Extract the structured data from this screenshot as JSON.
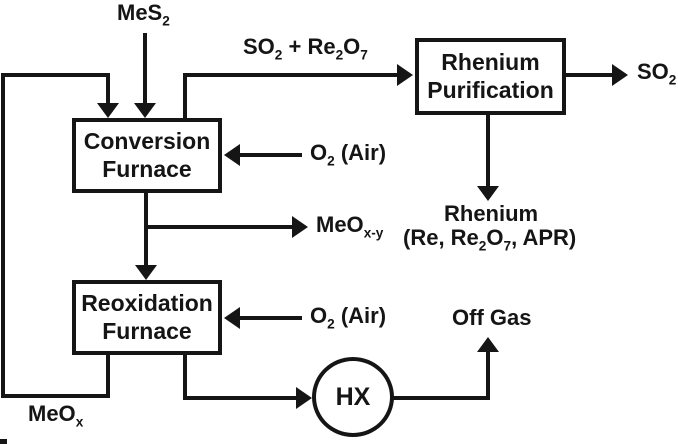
{
  "diagram": {
    "type": "process-flow",
    "nodes": {
      "conversion_furnace": {
        "line1": "Conversion",
        "line2": "Furnace"
      },
      "reoxidation_furnace": {
        "line1": "Reoxidation",
        "line2": "Furnace"
      },
      "rhenium_purification": {
        "line1": "Rhenium",
        "line2": "Purification"
      },
      "heat_exchanger": {
        "label": "HX"
      }
    },
    "labels": {
      "mes2": {
        "parts": [
          [
            "text",
            "MeS"
          ],
          [
            "sub",
            "2"
          ]
        ]
      },
      "so2_re2o7": {
        "parts": [
          [
            "text",
            "SO"
          ],
          [
            "sub",
            "2"
          ],
          [
            "text",
            " + Re"
          ],
          [
            "sub",
            "2"
          ],
          [
            "text",
            "O"
          ],
          [
            "sub",
            "7"
          ]
        ]
      },
      "so2_out": {
        "parts": [
          [
            "text",
            "SO"
          ],
          [
            "sub",
            "2"
          ]
        ]
      },
      "o2_air_conversion": {
        "parts": [
          [
            "text",
            "O"
          ],
          [
            "sub",
            "2"
          ],
          [
            "text",
            " (Air)"
          ]
        ]
      },
      "o2_air_reoxidation": {
        "parts": [
          [
            "text",
            "O"
          ],
          [
            "sub",
            "2"
          ],
          [
            "text",
            " (Air)"
          ]
        ]
      },
      "meo_xy": {
        "parts": [
          [
            "text",
            "MeO"
          ],
          [
            "sub",
            "x-y"
          ]
        ]
      },
      "meo_x": {
        "parts": [
          [
            "text",
            "MeO"
          ],
          [
            "sub",
            "x"
          ]
        ]
      },
      "rhenium_product_line1": "Rhenium",
      "rhenium_product_line2": {
        "parts": [
          [
            "text",
            "(Re, Re"
          ],
          [
            "sub",
            "2"
          ],
          [
            "text",
            "O"
          ],
          [
            "sub",
            "7"
          ],
          [
            "text",
            ", APR)"
          ]
        ]
      },
      "off_gas": "Off Gas"
    },
    "colors": {
      "ink": "#151515",
      "background": "#ffffff"
    }
  }
}
